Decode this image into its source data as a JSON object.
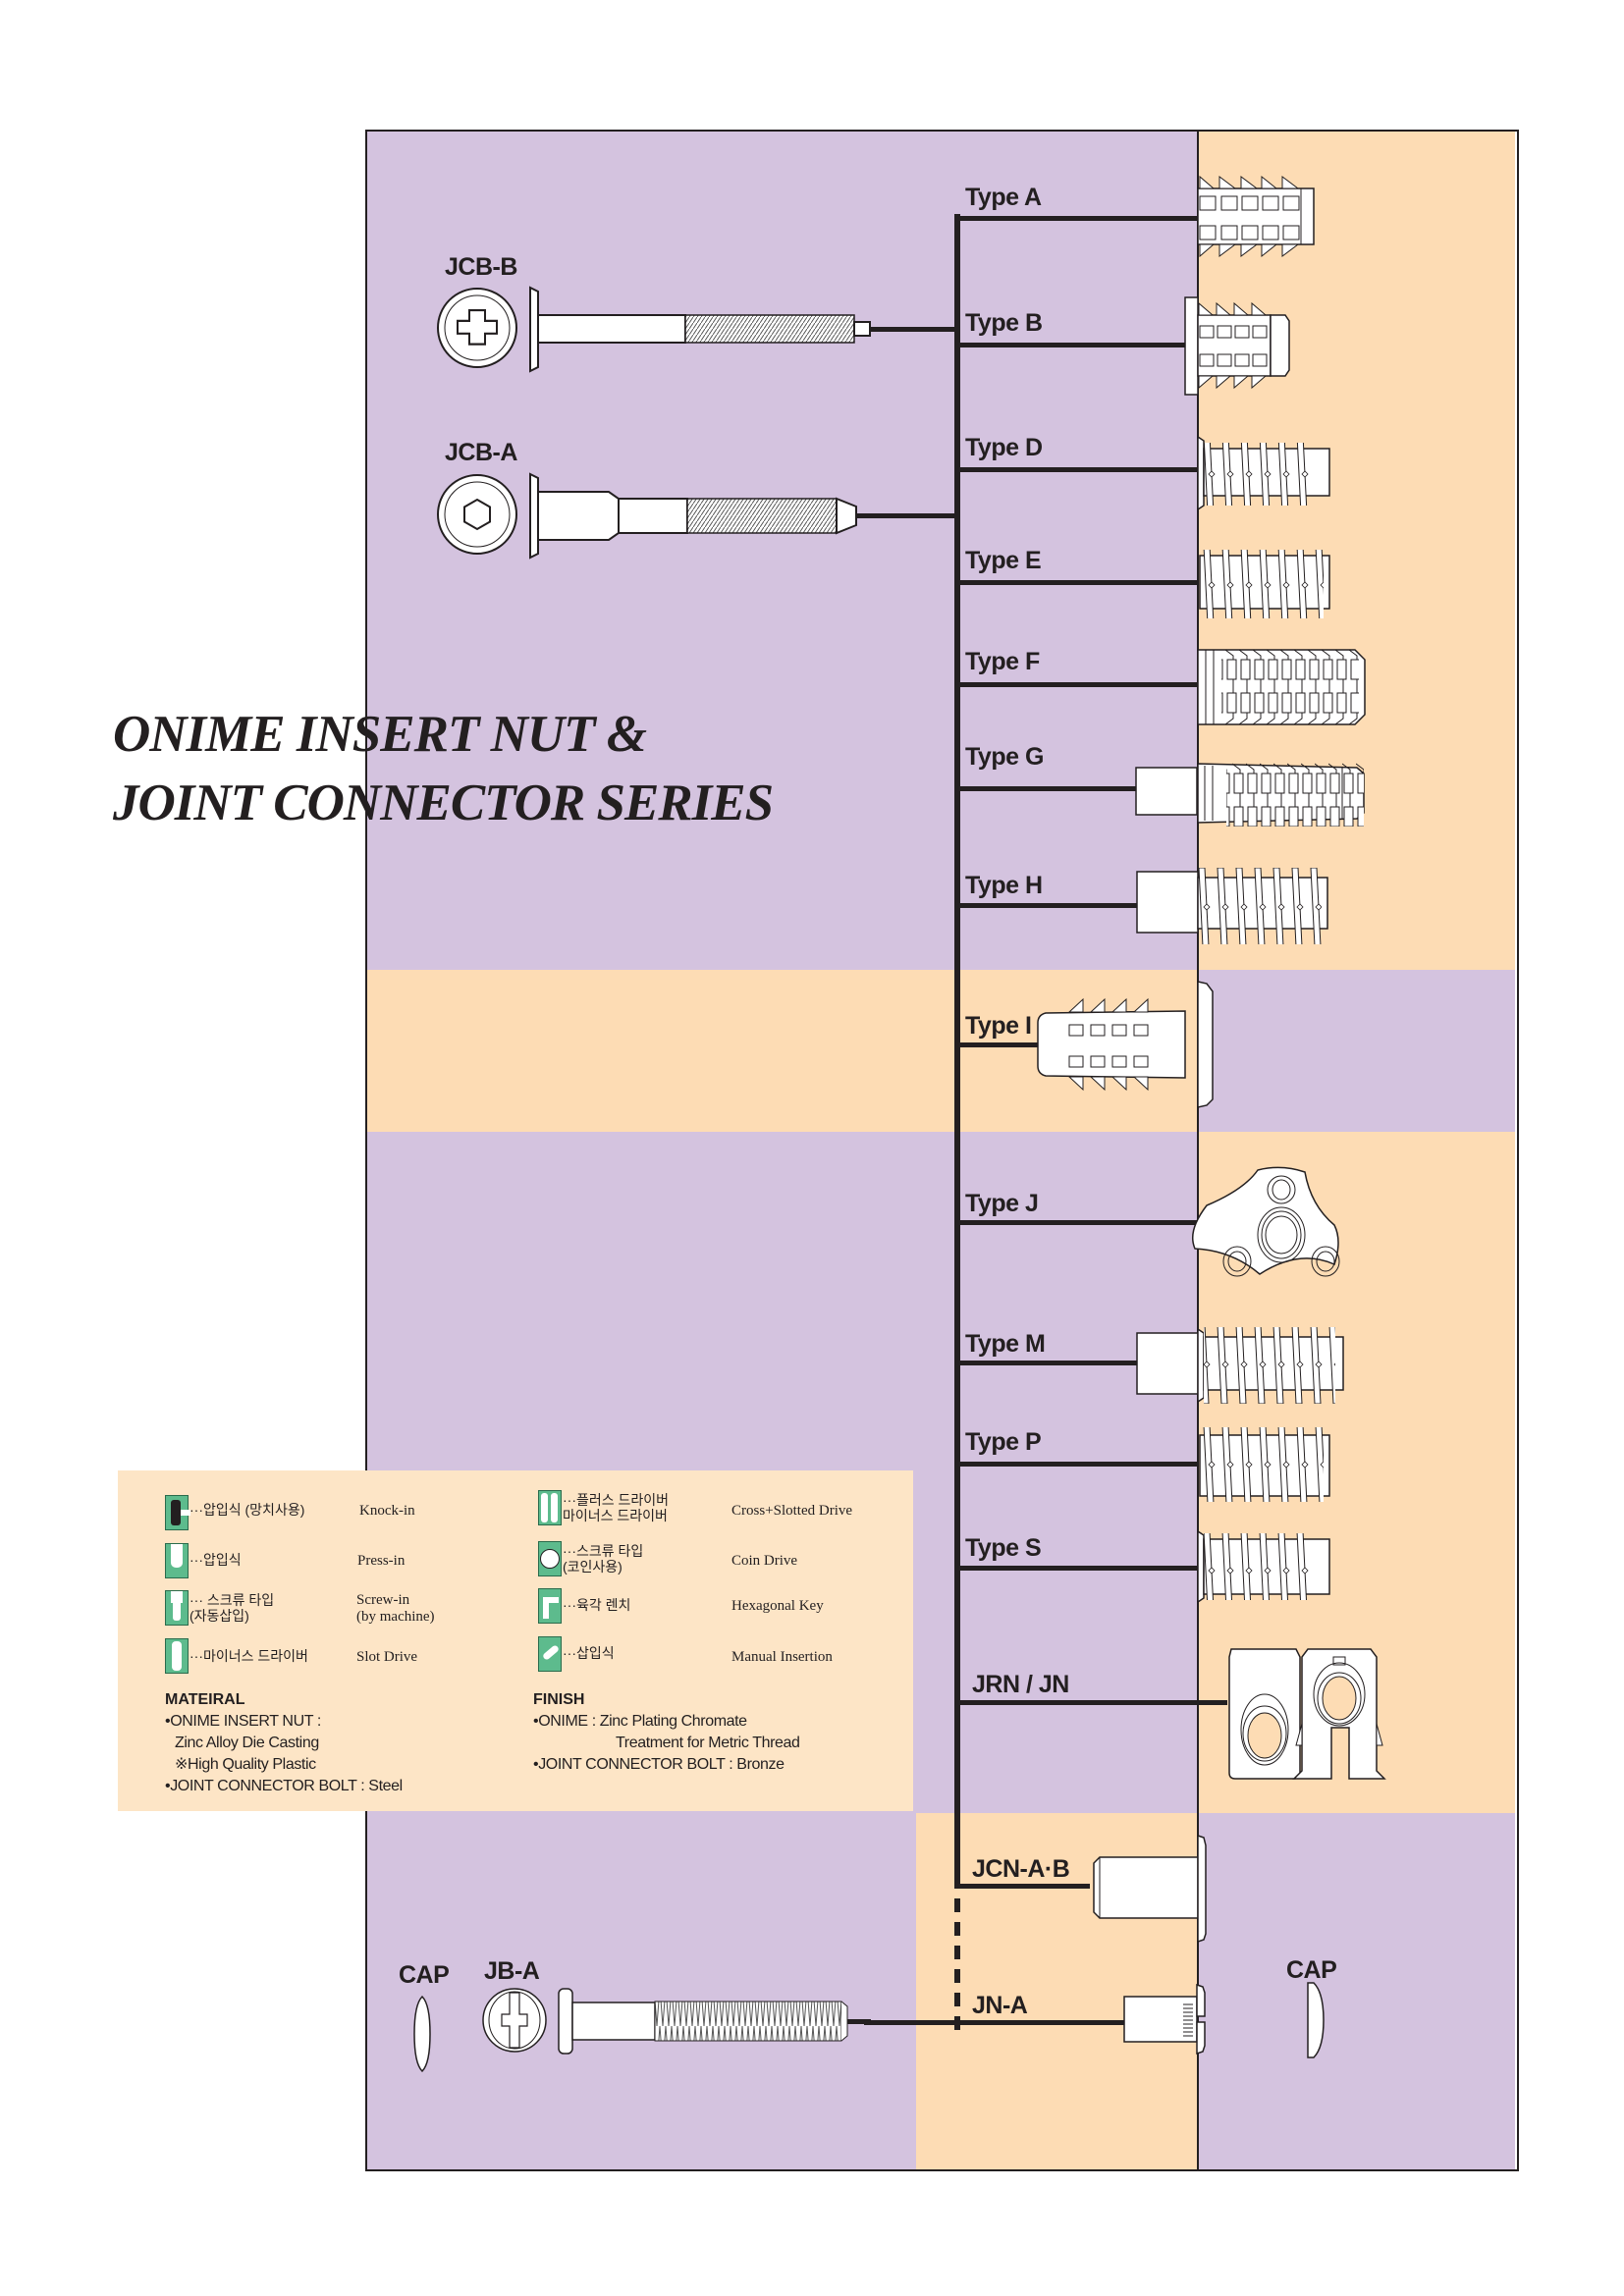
{
  "title": {
    "line1": "ONIME INSERT NUT &",
    "line2": "JOINT CONNECTOR SERIES"
  },
  "colors": {
    "purple": "#d4c3df",
    "peach": "#fddcb4",
    "legend_bg": "#fde5c6",
    "icon_green": "#5dbb8d",
    "ink": "#231f20"
  },
  "bolts": [
    {
      "label": "JCB-B",
      "head_drive": "cross-icon"
    },
    {
      "label": "JCB-A",
      "head_drive": "hexagon-icon"
    },
    {
      "label": "JB-A",
      "head_drive": "cross-slot-icon"
    }
  ],
  "caps": [
    {
      "label": "CAP"
    },
    {
      "label": "CAP"
    }
  ],
  "insert_types": [
    {
      "label": "Type A"
    },
    {
      "label": "Type B"
    },
    {
      "label": "Type D"
    },
    {
      "label": "Type E"
    },
    {
      "label": "Type F"
    },
    {
      "label": "Type G"
    },
    {
      "label": "Type H"
    },
    {
      "label": "Type I"
    },
    {
      "label": "Type J"
    },
    {
      "label": "Type M"
    },
    {
      "label": "Type P"
    },
    {
      "label": "Type S"
    },
    {
      "label": "JRN / JN"
    },
    {
      "label": "JCN-A·B"
    },
    {
      "label": "JN-A"
    }
  ],
  "legend": {
    "items": [
      {
        "icon": "knock-in-icon",
        "ko": "···압입식 (망치사용)",
        "en": "Knock-in"
      },
      {
        "icon": "press-in-icon",
        "ko": "···압입식",
        "en": "Press-in"
      },
      {
        "icon": "screw-in-icon",
        "ko": "··· 스크류 타입\n(자동삽입)",
        "en": "Screw-in\n(by machine)"
      },
      {
        "icon": "slot-drive-icon",
        "ko": "···마이너스 드라이버",
        "en": "Slot Drive"
      },
      {
        "icon": "cross-slotted-drive-icon",
        "ko": "···플러스 드라이버\n마이너스 드라이버",
        "en": "Cross+Slotted Drive"
      },
      {
        "icon": "coin-drive-icon",
        "ko": "···스크류 타입\n(코인사용)",
        "en": "Coin Drive"
      },
      {
        "icon": "hexagonal-key-icon",
        "ko": "···육각 렌치",
        "en": "Hexagonal Key"
      },
      {
        "icon": "manual-insertion-icon",
        "ko": "···삽입식",
        "en": "Manual Insertion"
      }
    ],
    "material": {
      "heading": "MATEIRAL",
      "lines": [
        "•ONIME INSERT NUT :",
        "Zinc Alloy Die Casting",
        "※High Quality Plastic",
        "•JOINT CONNECTOR BOLT : Steel"
      ]
    },
    "finish": {
      "heading": "FINISH",
      "lines": [
        "•ONIME : Zinc Plating Chromate",
        "Treatment for Metric Thread",
        "•JOINT CONNECTOR BOLT : Bronze"
      ]
    }
  }
}
